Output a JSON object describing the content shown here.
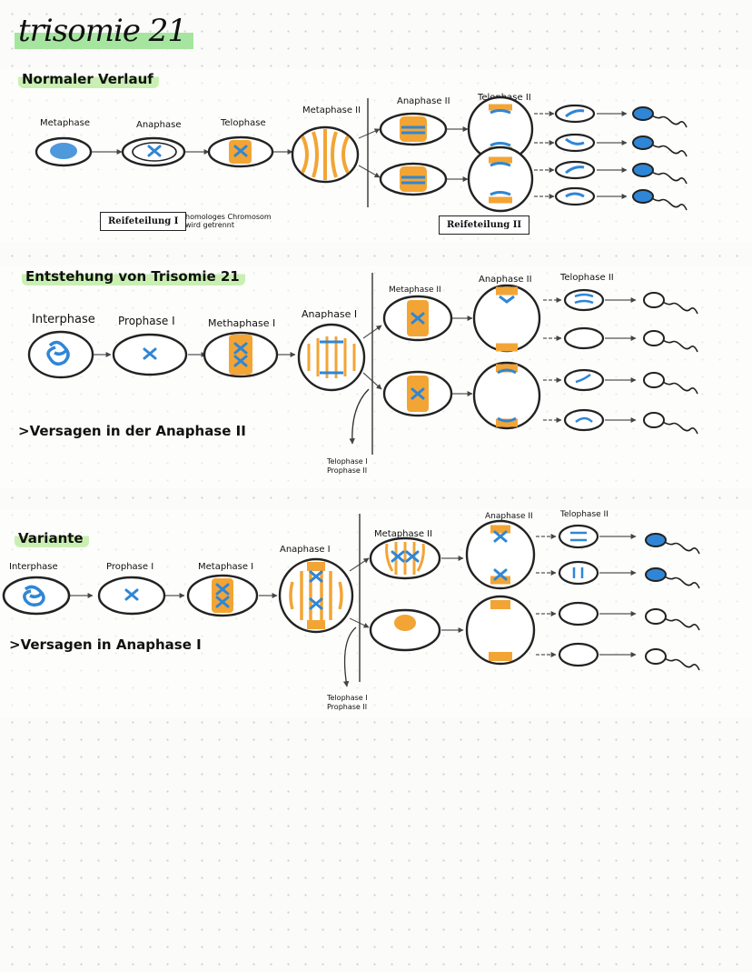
{
  "title": "trisomie 21",
  "sections": {
    "normal": {
      "heading": "Normaler Verlauf",
      "labels": {
        "metaphase": "Metaphase",
        "anaphase": "Anaphase",
        "telophase": "Telophase",
        "metaphase2": "Metaphase II",
        "anaphase2": "Anaphase II",
        "telophase2": "Telophase II"
      },
      "box1": "Reifeteilung I",
      "note": "homologes Chromosom\nwird getrennt",
      "box2": "Reifeteilung II"
    },
    "trisomie": {
      "heading": "Entstehung von Trisomie 21",
      "labels": {
        "interphase": "Interphase",
        "prophase1": "Prophase I",
        "metaphase1": "Methaphase I",
        "anaphase1": "Anaphase I",
        "metaphase2": "Metaphase II",
        "anaphase2": "Anaphase II",
        "telophase2": "Telophase II"
      },
      "failure": ">Versagen in der Anaphase II",
      "arrow_note": "Telophase I\nProphase II"
    },
    "variante": {
      "heading": "Variante",
      "labels": {
        "interphase": "Interphase",
        "prophase1": "Prophase I",
        "metaphase1": "Metaphase I",
        "anaphase1": "Anaphase I",
        "metaphase2": "Metaphase II",
        "anaphase2": "Anaphase II",
        "telophase2": "Telophase II"
      },
      "failure": ">Versagen in Anaphase I",
      "arrow_note": "Telophase I\nProphase II"
    }
  },
  "colors": {
    "chromosome": "#2f86d6",
    "spindle": "#f2a535",
    "highlight": "#a6e59f"
  }
}
